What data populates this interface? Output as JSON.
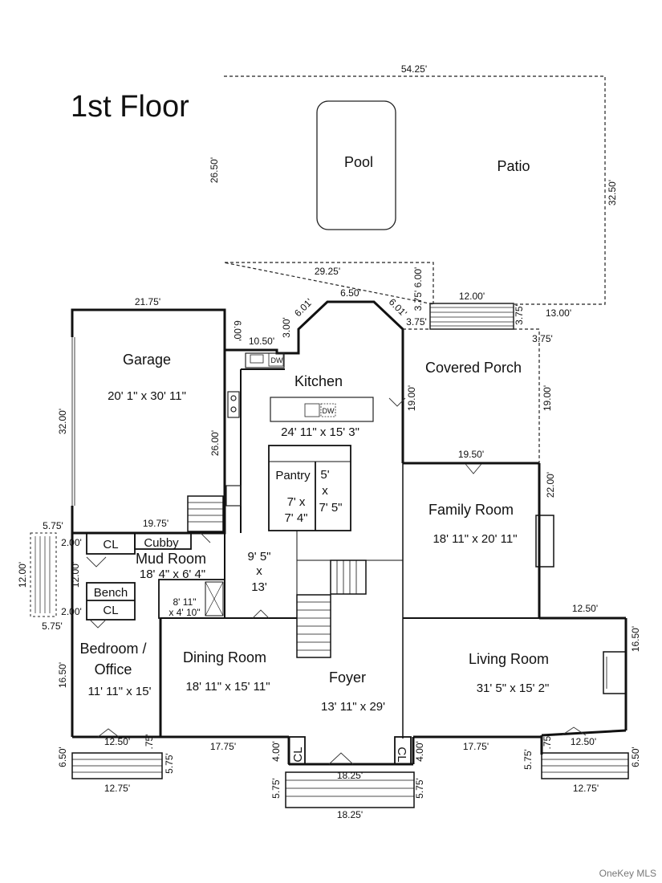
{
  "title": "1st Floor",
  "watermark": "OneKey MLS",
  "rooms": {
    "pool": "Pool",
    "patio": "Patio",
    "garage": {
      "name": "Garage",
      "size": "20' 1\" x 30' 11\""
    },
    "kitchen": {
      "name": "Kitchen",
      "size": "24' 11\" x 15' 3\""
    },
    "covered_porch": "Covered Porch",
    "pantry": {
      "name": "Pantry",
      "size_line1": "7' x",
      "size_line2": "7' 4\""
    },
    "closet_small": {
      "line1": "5'",
      "line2": "x",
      "line3": "7' 5\""
    },
    "family_room": {
      "name": "Family Room",
      "size": "18' 11\" x 20' 11\""
    },
    "cubby": "Cubby",
    "mud_room": {
      "name": "Mud Room",
      "size": "18' 4\" x 6' 4\""
    },
    "hall": {
      "line1": "9' 5\"",
      "line2": "x",
      "line3": "13'"
    },
    "bench": "Bench",
    "closet": "CL",
    "bath": {
      "line1": "8' 11\"",
      "line2": "x 4' 10\""
    },
    "bedroom": {
      "line1": "Bedroom /",
      "line2": "Office",
      "size": "11' 11\" x 15'"
    },
    "dining_room": {
      "name": "Dining Room",
      "size": "18' 11\" x 15' 11\""
    },
    "foyer": {
      "name": "Foyer",
      "size": "13' 11\" x 29'"
    },
    "living_room": {
      "name": "Living Room",
      "size": "31' 5\" x 15' 2\""
    },
    "dw": "DW"
  },
  "dims": {
    "d5425": "54.25'",
    "d2650": "26.50'",
    "d3250": "32.50'",
    "d2925": "29.25'",
    "d650": "6.50'",
    "d601a": "6.01'",
    "d601b": "6.01'",
    "d375_600": "3.75' 6.00'",
    "d1200a": "12.00'",
    "d375a": "3.75'",
    "d375b": "3.75'",
    "d375c": "3.75'",
    "d1300": "13.00'",
    "d2175": "21.75'",
    "d600": "6.00'",
    "d1050": "10.50'",
    "d300": "3.00'",
    "d3200": "32.00'",
    "d2600": "26.00'",
    "d1900a": "19.00'",
    "d1900b": "19.00'",
    "d1950": "19.50'",
    "d2200": "22.00'",
    "d1975": "19.75'",
    "d575a": "5.75'",
    "d200a": "2.00'",
    "d1200b": "12.00'",
    "d1200c": "12.00'",
    "d200b": "2.00'",
    "d575b": "5.75'",
    "d1250a": "12.50'",
    "d1650a": "16.50'",
    "d1650b": "16.50'",
    "d1250b": "12.50'",
    "d75a": ".75'",
    "d575c": "5.75'",
    "d650b": "6.50'",
    "d1275a": "12.75'",
    "d1775a": "17.75'",
    "d400a": "4.00'",
    "d1825a": "18.25'",
    "d400b": "4.00'",
    "d1775b": "17.75'",
    "d1250c": "12.50'",
    "d75b": ".75'",
    "d575d": "5.75'",
    "d650c": "6.50'",
    "d575e": "5.75'",
    "d575f": "5.75'",
    "d1825b": "18.25'",
    "d1275b": "12.75'"
  }
}
